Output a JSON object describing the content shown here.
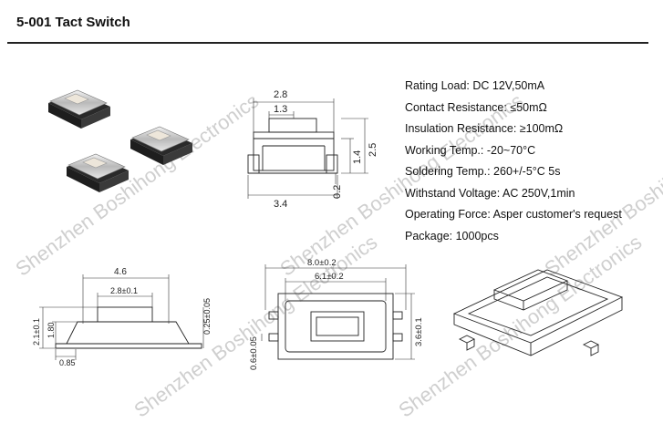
{
  "header": {
    "title": "5-001 Tact Switch"
  },
  "specs": [
    "Rating Load: DC 12V,50mA",
    "Contact Resistance: ≤50mΩ",
    "Insulation Resistance: ≥100mΩ",
    "Working Temp.: -20~70°C",
    "Soldering Temp.: 260+/-5°C 5s",
    "Withstand Voltage: AC 250V,1min",
    "Operating Force: Asper customer's request",
    "Package: 1000pcs"
  ],
  "dims": {
    "top_width": "2.8",
    "top_plunger": "1.3",
    "top_height": "2.5",
    "top_body": "1.4",
    "top_base": "3.4",
    "top_foot": "0.2",
    "side_width": "4.6",
    "side_plunger": "2.8±0.1",
    "side_total": "2.1±0.1",
    "side_body": "1.80",
    "side_tol": "0.25±0.05",
    "side_lead": "0.85",
    "plan_outer": "8.0±0.2",
    "plan_inner": "6.1±0.2",
    "plan_height": "3.6±0.1",
    "plan_lead": "0.6±0.05"
  },
  "watermark": "Shenzhen Boshihong Electronics"
}
